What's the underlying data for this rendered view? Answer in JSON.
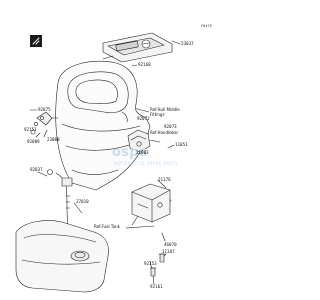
{
  "diagram": {
    "figure_code": "F0475",
    "parts": {
      "p23037": "23037",
      "p92160": "92160",
      "p92075": "92075",
      "p92151": "92151",
      "p23008": "23008",
      "p92009": "92009",
      "p92072": "92072",
      "p92073": "92073",
      "p11051": "11051",
      "p21003": "21003",
      "p92037": "92037",
      "p27010": "27010",
      "p21176": "21176",
      "p46070": "46070",
      "p11107": "11107",
      "p92153": "92153",
      "p92161": "92161"
    },
    "refs": {
      "hull_middle_fittings": "Ref.Hull Middle\nFittings",
      "handlebar": "Ref.Handlebar",
      "fuel_tank": "Ref.Fuel Tank"
    },
    "watermark": {
      "brand": "ospa",
      "sub": "MOTORCYCLE SPARE PARTS"
    }
  }
}
